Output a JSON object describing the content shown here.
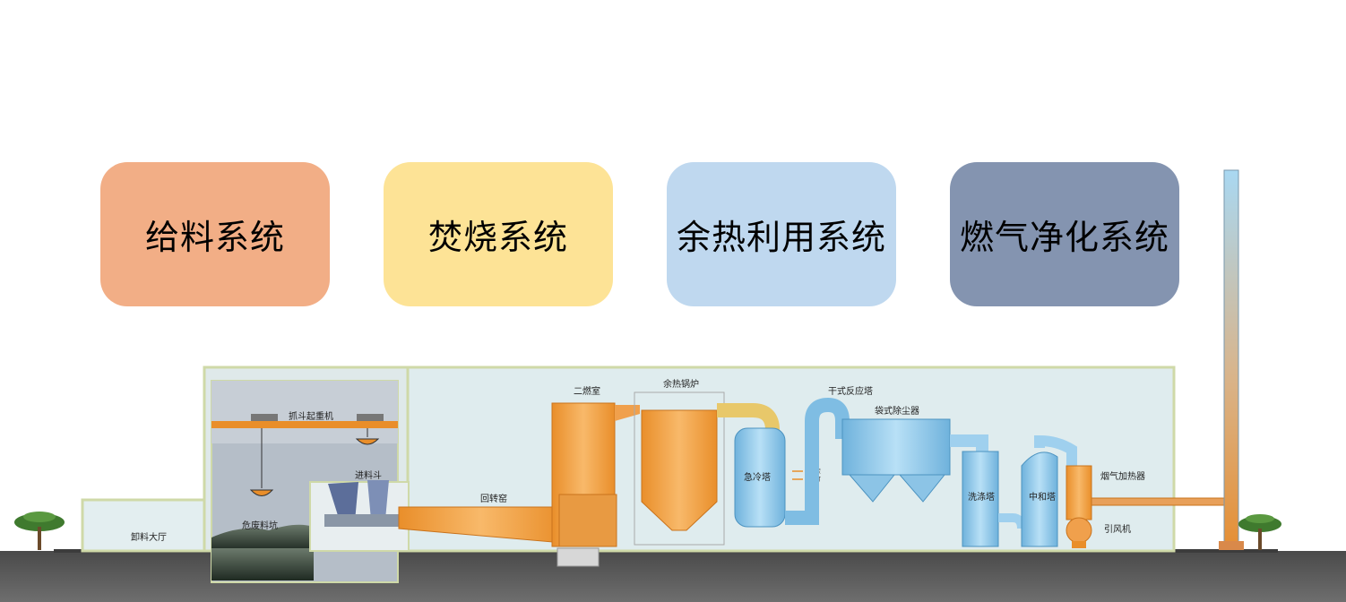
{
  "systems": [
    {
      "label": "给料系统",
      "color": "#f2ae86"
    },
    {
      "label": "焚烧系统",
      "color": "#fde396"
    },
    {
      "label": "余热利用系统",
      "color": "#bfd8ef"
    },
    {
      "label": "燃气净化系统",
      "color": "#8494b0"
    }
  ],
  "plant_labels": {
    "unloading_hall": "卸料大厅",
    "grab_crane": "抓斗起重机",
    "hazardous_pit": "危废料坑",
    "feed_hopper": "进料斗",
    "rotary_kiln": "回转窑",
    "secondary_chamber": "二燃室",
    "waste_heat_boiler": "余热锅炉",
    "quench_tower": "急冷塔",
    "dry_reactor": "干式反应塔",
    "bag_filter": "袋式除尘器",
    "wash_tower": "洗涤塔",
    "neutralization_tower": "中和塔",
    "flue_gas_heater": "烟气加热器",
    "induced_fan": "引风机",
    "legend_1": "活性炭",
    "legend_2": "小苏打"
  },
  "colors": {
    "feed": "#f2ae86",
    "incineration": "#fde396",
    "heat": "#bfd8ef",
    "cleaning": "#8494b0",
    "equipment_orange": "#f5a84a",
    "equipment_blue": "#8cc4e6",
    "ground": "#5a5a5a"
  }
}
